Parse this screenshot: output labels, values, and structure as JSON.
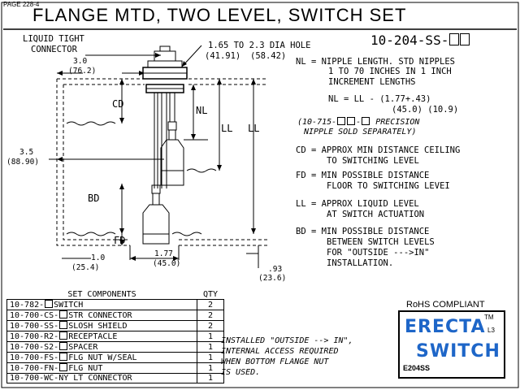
{
  "page_label": "PAGE 228-4",
  "title": "FLANGE  MTD, TWO LEVEL, SWITCH SET",
  "part_number": "10-204-SS-",
  "callouts": {
    "liquid_tight_1": "LIQUID TIGHT",
    "liquid_tight_2": "CONNECTOR",
    "hole_1": "1.65 TO 2.3 DIA HOLE",
    "hole_2": "(41.91)",
    "hole_3": "(58.42)"
  },
  "dimensions": {
    "d30": "3.0",
    "d30mm": "(76.2)",
    "d35": "3.5",
    "d35mm": "(88.90)",
    "d10": "1.0",
    "d10mm": "(25.4)",
    "d177": "1.77",
    "d177mm": "(45.0)",
    "d93": ".93",
    "d93mm": "(23.6)",
    "cd": "CD",
    "bd": "BD",
    "fd": "FD",
    "nl": "NL",
    "ll1": "LL",
    "ll2": "LL"
  },
  "notes": {
    "nl_1": "NL = NIPPLE LENGTH. STD NIPPLES",
    "nl_2": "1 TO 70 INCHES IN 1 INCH",
    "nl_3": "INCREMENT LENGTHS",
    "formula_1": "NL = LL - (1.77+.43)",
    "formula_2": "(45.0) (10.9)",
    "precision_a": "(10-715-",
    "precision_b": "-",
    "precision_c": "PRECISION",
    "precision_2": "NIPPLE SOLD SEPARATELY)",
    "cd_1": "CD = APPROX MIN DISTANCE CEILING",
    "cd_2": "TO SWITCHING LEVEL",
    "fd_1": "FD = MIN POSSIBLE DISTANCE",
    "fd_2": "FLOOR TO SWITCHING LEVEI",
    "ll_1": "LL = APPROX LIQUID LEVEL",
    "ll_2": "AT SWITCH ACTUATION",
    "bd_1": "BD = MIN POSSIBLE DISTANCE",
    "bd_2": "BETWEEN SWITCH LEVELS",
    "bd_3": "FOR \"OUTSIDE --->IN\"",
    "bd_4": "INSTALLATION."
  },
  "set_components": {
    "header": "SET COMPONENTS",
    "qty_header": "QTY",
    "rows": [
      {
        "a": "10-782-",
        "b": "",
        "c": "SWITCH",
        "qty": "2",
        "box": true
      },
      {
        "a": "10-700-CS-",
        "b": "",
        "c": "STR CONNECTOR",
        "qty": "2",
        "box": true
      },
      {
        "a": "10-700-SS-",
        "b": "",
        "c": "SLOSH SHIELD",
        "qty": "2",
        "box": true
      },
      {
        "a": "10-700-R2-",
        "b": "",
        "c": "RECEPTACLE",
        "qty": "1",
        "box": true
      },
      {
        "a": "10-700-S2-",
        "b": "",
        "c": "SPACER",
        "qty": "1",
        "box": true
      },
      {
        "a": "10-700-FS-",
        "b": "",
        "c": "FLG NUT W/SEAL",
        "qty": "1",
        "box": true
      },
      {
        "a": "10-700-FN-",
        "b": "",
        "c": "FLG NUT",
        "qty": "1",
        "box": true
      },
      {
        "a": "10-700-WC-NY",
        "b": "",
        "c": "LT CONNECTOR",
        "qty": "1",
        "box": false
      }
    ]
  },
  "install_note": {
    "l1": "INSTALLED \"OUTSIDE --> IN\",",
    "l2": "INTERNAL ACCESS REQUIRED",
    "l3": "WHEN BOTTOM FLANGE NUT",
    "l4": "IS USED."
  },
  "logo": {
    "rohs": "RoHS COMPLIANT",
    "tm": "TM",
    "l3": "L3",
    "erecta": "ERECTA",
    "switch": "SWITCH",
    "code": "E204SS"
  },
  "colors": {
    "logo_blue": "#1e66c8"
  }
}
